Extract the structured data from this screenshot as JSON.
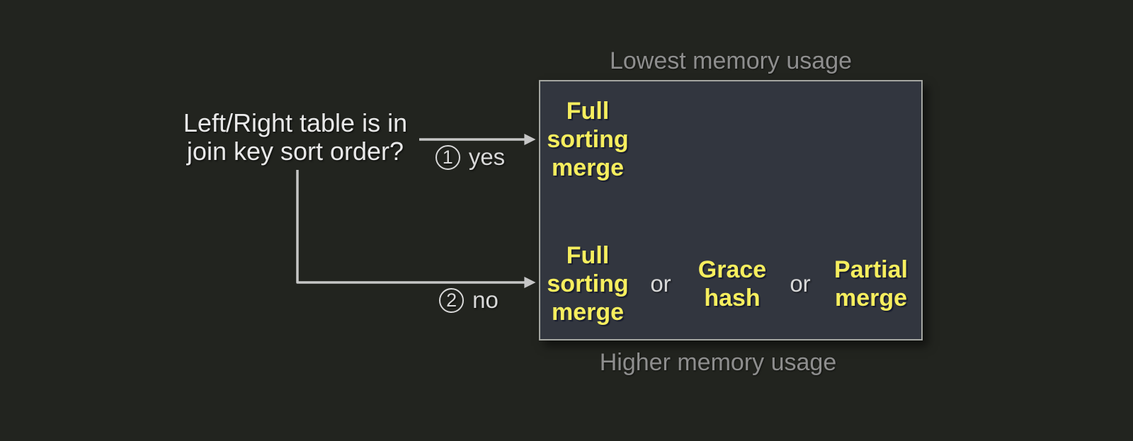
{
  "colors": {
    "bg": "#22241f",
    "box-fill": "#32363f",
    "box-border": "#a4a6a1",
    "arrow": "#c6c6c6",
    "text-primary": "#e9e9e9",
    "text-secondary": "#d8d8d8",
    "text-muted": "#8e8e8e",
    "option-yellow": "#f6ee5e"
  },
  "question": {
    "line1": "Left/Right table is in",
    "line2": "join key sort order?"
  },
  "branches": {
    "yes": {
      "number": "1",
      "label": "yes"
    },
    "no": {
      "number": "2",
      "label": "no"
    }
  },
  "labels": {
    "lowest": "Lowest memory usage",
    "higher": "Higher memory usage"
  },
  "box": {
    "separator": "or",
    "sorted_row": {
      "option": {
        "lines": [
          "Full",
          "sorting",
          "merge"
        ]
      }
    },
    "unsorted_row": {
      "options": [
        {
          "lines": [
            "Full",
            "sorting",
            "merge"
          ]
        },
        {
          "lines": [
            "Grace",
            "hash"
          ]
        },
        {
          "lines": [
            "Partial",
            "merge"
          ]
        }
      ]
    }
  }
}
